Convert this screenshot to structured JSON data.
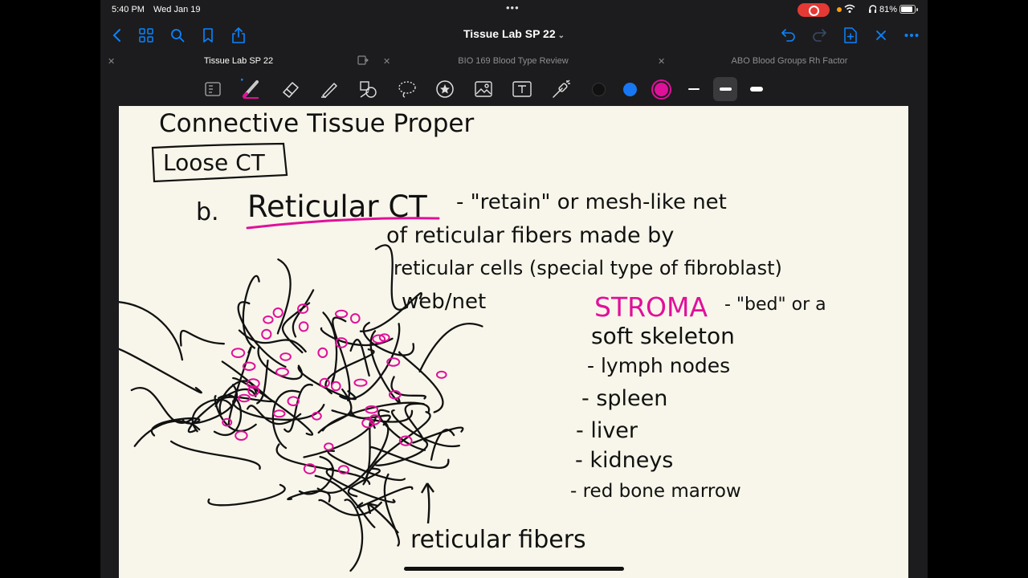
{
  "status": {
    "time": "5:40 PM",
    "date": "Wed Jan 19",
    "battery": "81%"
  },
  "nav": {
    "title": "Tissue Lab SP 22"
  },
  "tabs": [
    {
      "label": "Tissue Lab SP 22",
      "active": true
    },
    {
      "label": "BIO 169 Blood Type Review",
      "active": false
    },
    {
      "label": "ABO Blood Groups Rh Factor",
      "active": false
    }
  ],
  "toolbar": {
    "colors": [
      "#111111",
      "#1877f2",
      "#e0109a"
    ],
    "selected_color": "#e0109a"
  },
  "notes": {
    "heading": "Connective Tissue Proper",
    "boxed": "Loose CT",
    "item_letter": "b.",
    "item_title": "Reticular CT",
    "line1": "- \"retain\" or mesh-like net",
    "line2": "of reticular fibers made by",
    "line3": "reticular cells (special type of fibroblast)",
    "web_label": "web/net",
    "stroma": "STROMA",
    "stroma_rest": "- \"bed\" or a",
    "stroma_line2": "soft skeleton",
    "bullets": [
      "- lymph nodes",
      "- spleen",
      "- liver",
      "- kidneys",
      "- red bone marrow"
    ],
    "fibers_label": "reticular fibers"
  }
}
